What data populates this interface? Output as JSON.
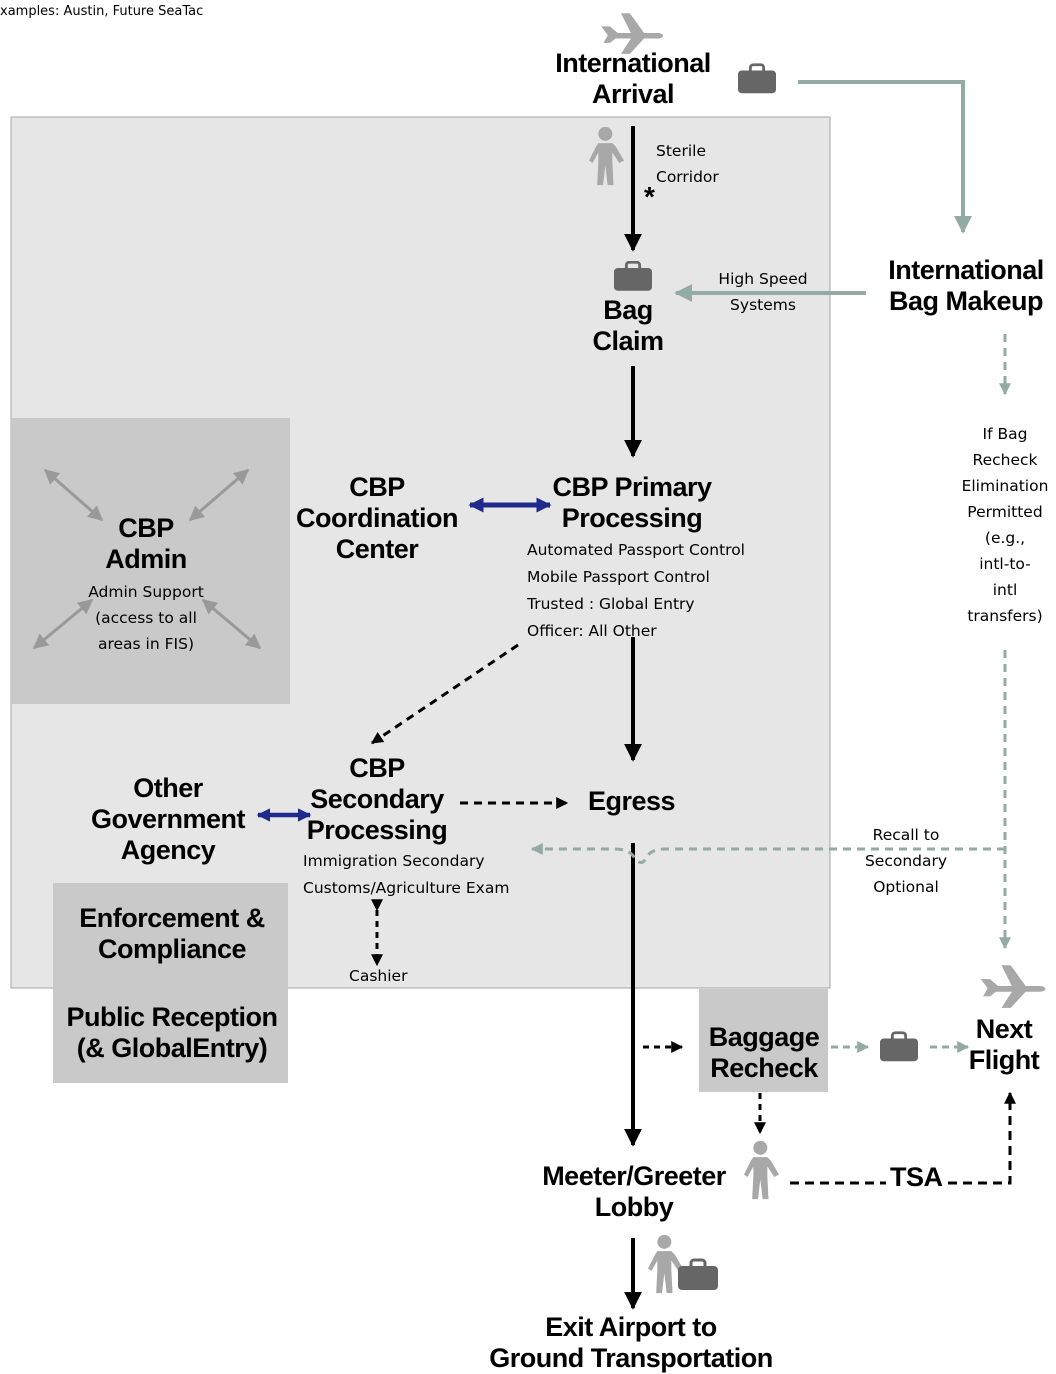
{
  "header_note": "xamples: Austin, Future SeaTac",
  "nodes": {
    "intl_arrival": [
      "International",
      "Arrival"
    ],
    "bag_claim": [
      "Bag",
      "Claim"
    ],
    "intl_bag_makeup": [
      "International",
      "Bag Makeup"
    ],
    "cbp_coordination": [
      "CBP",
      "Coordination",
      "Center"
    ],
    "cbp_primary": [
      "CBP Primary",
      "Processing"
    ],
    "cbp_primary_notes": [
      "Automated Passport Control",
      "Mobile Passport Control",
      "Trusted : Global Entry",
      "Officer: All Other"
    ],
    "cbp_admin": [
      "CBP",
      "Admin"
    ],
    "cbp_admin_notes": [
      "Admin Support",
      "(access to all",
      "areas in FIS)"
    ],
    "other_gov": [
      "Other",
      "Government",
      "Agency"
    ],
    "cbp_secondary": [
      "CBP",
      "Secondary",
      "Processing"
    ],
    "cbp_secondary_notes": [
      "Immigration Secondary",
      "Customs/Agriculture Exam"
    ],
    "egress": "Egress",
    "cashier": "Cashier",
    "enforcement": [
      "Enforcement &",
      "Compliance"
    ],
    "public_reception": [
      "Public Reception",
      "(& GlobalEntry)"
    ],
    "baggage_recheck": [
      "Baggage",
      "Recheck"
    ],
    "next_flight": [
      "Next",
      "Flight"
    ],
    "meeter_greeter": [
      "Meeter/Greeter",
      "Lobby"
    ],
    "tsa": "TSA",
    "exit_airport": [
      "Exit Airport to",
      "Ground Transportation"
    ]
  },
  "edge_labels": {
    "sterile_corridor": [
      "Sterile",
      "Corridor"
    ],
    "asterisk": "*",
    "high_speed": [
      "High Speed",
      "Systems"
    ],
    "bag_recheck_elim": [
      "If Bag",
      "Recheck",
      "Elimination",
      "Permitted",
      "(e.g.,",
      "intl-to-",
      "intl",
      "transfers)"
    ],
    "recall": [
      "Recall to",
      "Secondary",
      "Optional"
    ]
  },
  "colors": {
    "region_fill": "#e6e6e6",
    "box_fill": "#c9c9c9",
    "flow_black": "#000000",
    "baggage_flow": "#93aaa5",
    "admin_arrows": "#999999",
    "coordination_arrow": "#1f2a8c",
    "icon_gray": "#aaaaaa",
    "bag_icon": "#666666"
  },
  "icons": [
    "plane-icon",
    "person-icon",
    "suitcase-icon"
  ]
}
